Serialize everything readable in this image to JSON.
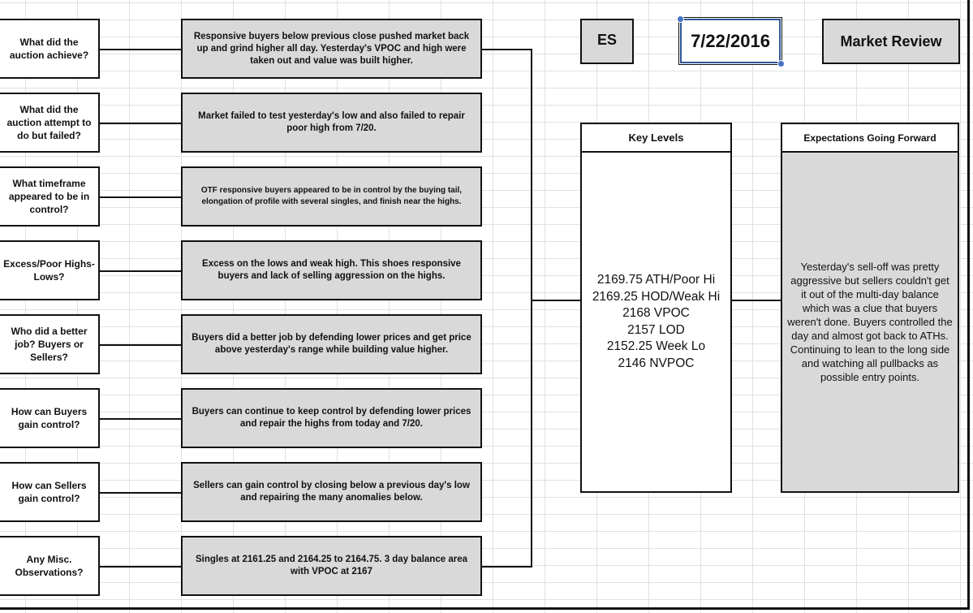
{
  "header": {
    "ticker": "ES",
    "date": "7/22/2016",
    "title": "Market Review"
  },
  "questions": [
    {
      "q": "What did the auction achieve?",
      "a": "Responsive buyers below previous close pushed market back up and grind higher all day. Yesterday's VPOC and high were taken out and value was built higher."
    },
    {
      "q": "What did the auction attempt to do but failed?",
      "a": "Market failed to test yesterday's low and also failed to repair poor high from 7/20."
    },
    {
      "q": "What timeframe appeared to be in control?",
      "a": "OTF responsive buyers appeared to be in control by the buying tail, elongation of profile with several singles, and finish near the highs."
    },
    {
      "q": "Excess/Poor Highs-Lows?",
      "a": "Excess on the lows and weak high. This shoes responsive buyers and lack of selling aggression on the highs."
    },
    {
      "q": "Who did a better job? Buyers or Sellers?",
      "a": "Buyers did a better job by defending lower prices and get price above yesterday's range while building value higher."
    },
    {
      "q": "How can Buyers gain control?",
      "a": "Buyers can continue to keep control by defending lower prices and repair the highs from today and 7/20."
    },
    {
      "q": "How can Sellers gain control?",
      "a": "Sellers can gain control by closing below a previous day's low and repairing the many anomalies below."
    },
    {
      "q": "Any Misc. Observations?",
      "a": "Singles at 2161.25 and 2164.25 to 2164.75. 3 day balance area with VPOC at 2167"
    }
  ],
  "key_levels": {
    "title": "Key Levels",
    "items": [
      "2169.75 ATH/Poor Hi",
      "2169.25 HOD/Weak Hi",
      "2168 VPOC",
      "2157 LOD",
      "2152.25 Week Lo",
      "2146 NVPOC"
    ]
  },
  "expectations": {
    "title": "Expectations Going Forward",
    "text": "Yesterday's sell-off was pretty aggressive but sellers couldn't get it out of the multi-day balance which was a clue that buyers weren't done. Buyers controlled the day and almost got back to ATHs. Continuing to lean to the long side and watching all pullbacks as possible entry points."
  },
  "colors": {
    "box_fill": "#d9d9d9",
    "border": "#111111",
    "selection": "#2f5597"
  }
}
